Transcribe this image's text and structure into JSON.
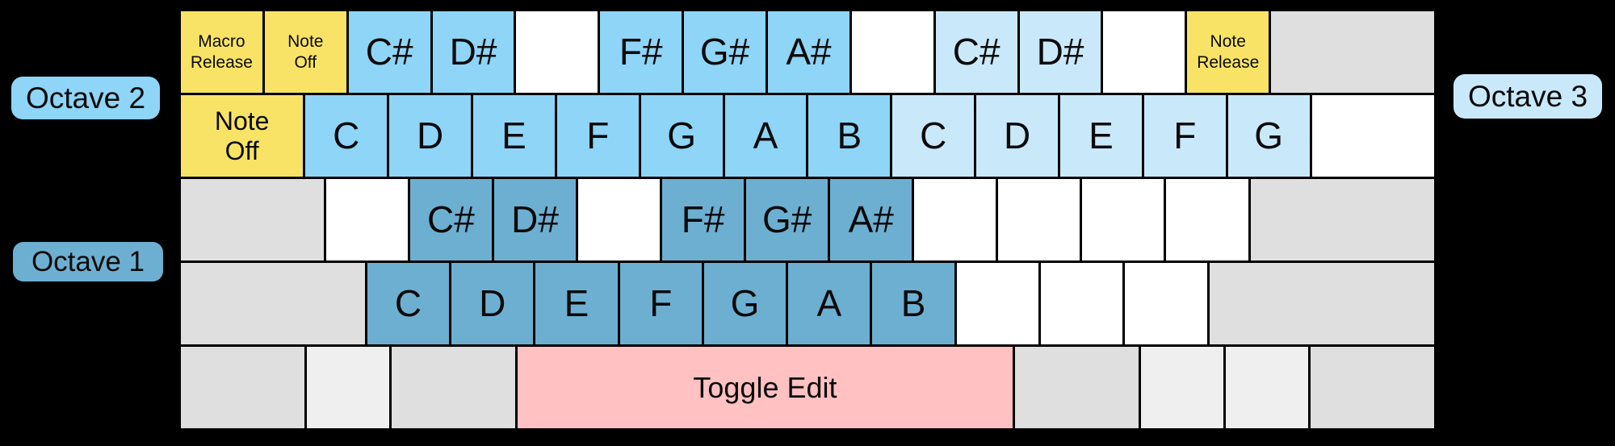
{
  "palette": {
    "yellow": "#f8e366",
    "octave1_blue": "#6dafd1",
    "octave2_blue": "#8ed5f7",
    "octave3_blue": "#c9e9fb",
    "pink": "#ffc1c1",
    "gray": "#dfdfdf",
    "gray_light": "#efefef",
    "white": "#ffffff",
    "background": "#000000",
    "text": "#0a0a0a"
  },
  "octave_labels": {
    "octave1": "Octave 1",
    "octave2": "Octave 2",
    "octave3": "Octave 3"
  },
  "keyboard": {
    "rows": [
      {
        "keys": [
          {
            "name": "key-macro-release",
            "label": "Macro\nRelease",
            "color": "yellow",
            "units": 1,
            "size": "small"
          },
          {
            "name": "key-note-off-top",
            "label": "Note\nOff",
            "color": "yellow",
            "units": 1,
            "size": "small"
          },
          {
            "name": "key-csharp-octave2",
            "label": "C#",
            "color": "octave2_blue",
            "units": 1
          },
          {
            "name": "key-dsharp-octave2",
            "label": "D#",
            "color": "octave2_blue",
            "units": 1
          },
          {
            "name": "key-blank",
            "label": "",
            "color": "white",
            "units": 1
          },
          {
            "name": "key-fsharp-octave2",
            "label": "F#",
            "color": "octave2_blue",
            "units": 1
          },
          {
            "name": "key-gsharp-octave2",
            "label": "G#",
            "color": "octave2_blue",
            "units": 1
          },
          {
            "name": "key-asharp-octave2",
            "label": "A#",
            "color": "octave2_blue",
            "units": 1
          },
          {
            "name": "key-blank",
            "label": "",
            "color": "white",
            "units": 1
          },
          {
            "name": "key-csharp-octave3",
            "label": "C#",
            "color": "octave3_blue",
            "units": 1
          },
          {
            "name": "key-dsharp-octave3",
            "label": "D#",
            "color": "octave3_blue",
            "units": 1
          },
          {
            "name": "key-blank",
            "label": "",
            "color": "white",
            "units": 1
          },
          {
            "name": "key-note-release",
            "label": "Note\nRelease",
            "color": "yellow",
            "units": 1,
            "size": "small"
          },
          {
            "name": "key-unassigned-backspace",
            "label": "",
            "color": "gray",
            "units": 2
          }
        ]
      },
      {
        "keys": [
          {
            "name": "key-note-off-tab",
            "label": "Note\nOff",
            "color": "yellow",
            "units": 1.5,
            "size": "medium"
          },
          {
            "name": "key-c-octave2",
            "label": "C",
            "color": "octave2_blue",
            "units": 1
          },
          {
            "name": "key-d-octave2",
            "label": "D",
            "color": "octave2_blue",
            "units": 1
          },
          {
            "name": "key-e-octave2",
            "label": "E",
            "color": "octave2_blue",
            "units": 1
          },
          {
            "name": "key-f-octave2",
            "label": "F",
            "color": "octave2_blue",
            "units": 1
          },
          {
            "name": "key-g-octave2",
            "label": "G",
            "color": "octave2_blue",
            "units": 1
          },
          {
            "name": "key-a-octave2",
            "label": "A",
            "color": "octave2_blue",
            "units": 1
          },
          {
            "name": "key-b-octave2",
            "label": "B",
            "color": "octave2_blue",
            "units": 1
          },
          {
            "name": "key-c-octave3",
            "label": "C",
            "color": "octave3_blue",
            "units": 1
          },
          {
            "name": "key-d-octave3",
            "label": "D",
            "color": "octave3_blue",
            "units": 1
          },
          {
            "name": "key-e-octave3",
            "label": "E",
            "color": "octave3_blue",
            "units": 1
          },
          {
            "name": "key-f-octave3",
            "label": "F",
            "color": "octave3_blue",
            "units": 1
          },
          {
            "name": "key-g-octave3",
            "label": "G",
            "color": "octave3_blue",
            "units": 1
          },
          {
            "name": "key-blank",
            "label": "",
            "color": "white",
            "units": 1.5
          }
        ]
      },
      {
        "keys": [
          {
            "name": "key-unassigned-capslock",
            "label": "",
            "color": "gray",
            "units": 1.75
          },
          {
            "name": "key-blank",
            "label": "",
            "color": "white",
            "units": 1
          },
          {
            "name": "key-csharp-octave1",
            "label": "C#",
            "color": "octave1_blue",
            "units": 1
          },
          {
            "name": "key-dsharp-octave1",
            "label": "D#",
            "color": "octave1_blue",
            "units": 1
          },
          {
            "name": "key-blank",
            "label": "",
            "color": "white",
            "units": 1
          },
          {
            "name": "key-fsharp-octave1",
            "label": "F#",
            "color": "octave1_blue",
            "units": 1
          },
          {
            "name": "key-gsharp-octave1",
            "label": "G#",
            "color": "octave1_blue",
            "units": 1
          },
          {
            "name": "key-asharp-octave1",
            "label": "A#",
            "color": "octave1_blue",
            "units": 1
          },
          {
            "name": "key-blank",
            "label": "",
            "color": "white",
            "units": 1
          },
          {
            "name": "key-blank",
            "label": "",
            "color": "white",
            "units": 1
          },
          {
            "name": "key-blank",
            "label": "",
            "color": "white",
            "units": 1
          },
          {
            "name": "key-blank",
            "label": "",
            "color": "white",
            "units": 1
          },
          {
            "name": "key-unassigned-enter",
            "label": "",
            "color": "gray",
            "units": 2.25
          }
        ]
      },
      {
        "keys": [
          {
            "name": "key-unassigned-lshift",
            "label": "",
            "color": "gray",
            "units": 2.25
          },
          {
            "name": "key-c-octave1",
            "label": "C",
            "color": "octave1_blue",
            "units": 1
          },
          {
            "name": "key-d-octave1",
            "label": "D",
            "color": "octave1_blue",
            "units": 1
          },
          {
            "name": "key-e-octave1",
            "label": "E",
            "color": "octave1_blue",
            "units": 1
          },
          {
            "name": "key-f-octave1",
            "label": "F",
            "color": "octave1_blue",
            "units": 1
          },
          {
            "name": "key-g-octave1",
            "label": "G",
            "color": "octave1_blue",
            "units": 1
          },
          {
            "name": "key-a-octave1",
            "label": "A",
            "color": "octave1_blue",
            "units": 1
          },
          {
            "name": "key-b-octave1",
            "label": "B",
            "color": "octave1_blue",
            "units": 1
          },
          {
            "name": "key-blank",
            "label": "",
            "color": "white",
            "units": 1
          },
          {
            "name": "key-blank",
            "label": "",
            "color": "white",
            "units": 1
          },
          {
            "name": "key-blank",
            "label": "",
            "color": "white",
            "units": 1
          },
          {
            "name": "key-unassigned-rshift",
            "label": "",
            "color": "gray",
            "units": 2.75
          }
        ]
      },
      {
        "keys": [
          {
            "name": "key-unassigned-lctrl",
            "label": "",
            "color": "gray",
            "units": 1.5
          },
          {
            "name": "key-unassigned-lmeta",
            "label": "",
            "color": "gray_light",
            "units": 1
          },
          {
            "name": "key-unassigned-lalt",
            "label": "",
            "color": "gray",
            "units": 1.5
          },
          {
            "name": "key-toggle-edit",
            "label": "Toggle Edit",
            "color": "pink",
            "units": 6,
            "size": "space"
          },
          {
            "name": "key-unassigned-ralt",
            "label": "",
            "color": "gray",
            "units": 1.5
          },
          {
            "name": "key-unassigned-rmeta",
            "label": "",
            "color": "gray_light",
            "units": 1
          },
          {
            "name": "key-unassigned-menu",
            "label": "",
            "color": "gray_light",
            "units": 1
          },
          {
            "name": "key-unassigned-rctrl",
            "label": "",
            "color": "gray",
            "units": 1.5
          }
        ]
      }
    ]
  }
}
